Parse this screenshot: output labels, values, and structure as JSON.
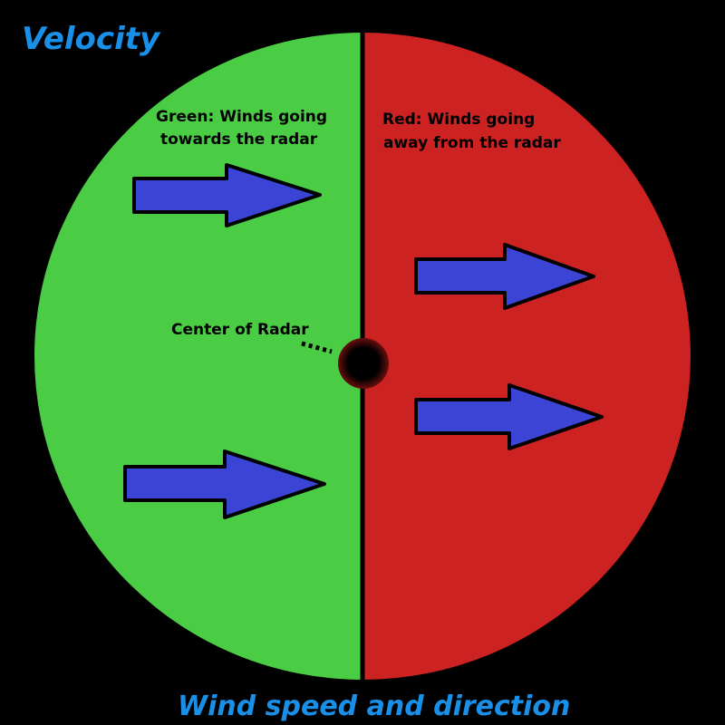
{
  "title": "Velocity",
  "subtitle": "Wind speed and direction",
  "labels": {
    "green_line1": "Green: Winds going",
    "green_line2": "towards the radar",
    "red_line1": "Red: Winds going",
    "red_line2": "away from the radar",
    "center": "Center of Radar"
  },
  "colors": {
    "background": "#000000",
    "title": "#1a8fe8",
    "green_half": "#4bcc45",
    "red_half": "#cc2222",
    "arrow_fill": "#3c44d6",
    "arrow_stroke": "#000000",
    "radar_center": "#000000"
  }
}
